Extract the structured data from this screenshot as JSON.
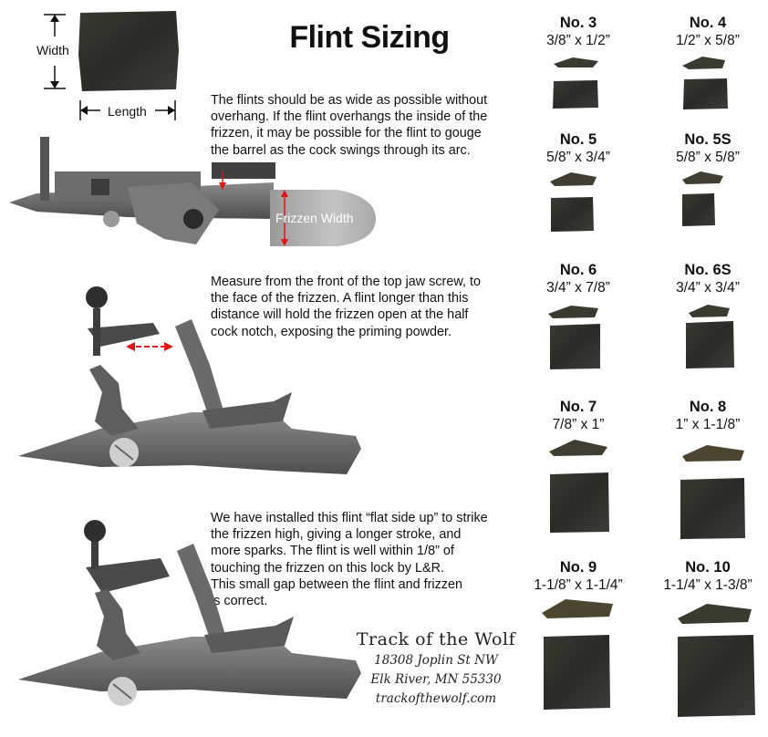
{
  "title": "Flint Sizing",
  "diagram": {
    "width_label": "Width",
    "length_label": "Length",
    "frizzen_label": "Frizzen Width"
  },
  "paragraphs": {
    "p1": [
      "The flints should be as wide as possible without",
      "overhang. If the flint overhangs the inside of the",
      "frizzen, it may be possible for the flint to gouge",
      "the barrel as the cock swings through its arc."
    ],
    "p2": [
      "Measure from the front of the top jaw screw, to",
      "the face of the frizzen. A flint longer than this",
      "distance will hold the frizzen open at the half",
      "cock notch, exposing the priming powder."
    ],
    "p3": [
      "We have installed this flint “flat side up” to strike",
      "the frizzen high, giving a longer stroke, and",
      "more sparks. The flint is well within 1/8” of",
      "touching the frizzen on this lock by L&R.",
      "This small gap between the flint and frizzen",
      "is correct."
    ]
  },
  "flints": [
    {
      "no": "No. 3",
      "size": "3/8” x 1/2”"
    },
    {
      "no": "No. 4",
      "size": "1/2” x 5/8”"
    },
    {
      "no": "No. 5",
      "size": "5/8” x 3/4”"
    },
    {
      "no": "No. 5S",
      "size": "5/8” x 5/8”"
    },
    {
      "no": "No. 6",
      "size": "3/4” x 7/8”"
    },
    {
      "no": "No. 6S",
      "size": "3/4” x 3/4”"
    },
    {
      "no": "No. 7",
      "size": "7/8” x 1”"
    },
    {
      "no": "No. 8",
      "size": "1” x 1-1/8”"
    },
    {
      "no": "No. 9",
      "size": "1-1/8” x 1-1/4”"
    },
    {
      "no": "No. 10",
      "size": "1-1/4” x 1-3/8”"
    }
  ],
  "company": {
    "name": "Track of the Wolf",
    "street": "18308 Joplin St NW",
    "city": "Elk River, MN 55330",
    "web": "trackofthewolf.com"
  },
  "colors": {
    "flint_dark": "#2e2e2a",
    "steel": "#6e6e6e",
    "steel_light": "#b4b4b4",
    "arrow_red": "#e0141a"
  }
}
